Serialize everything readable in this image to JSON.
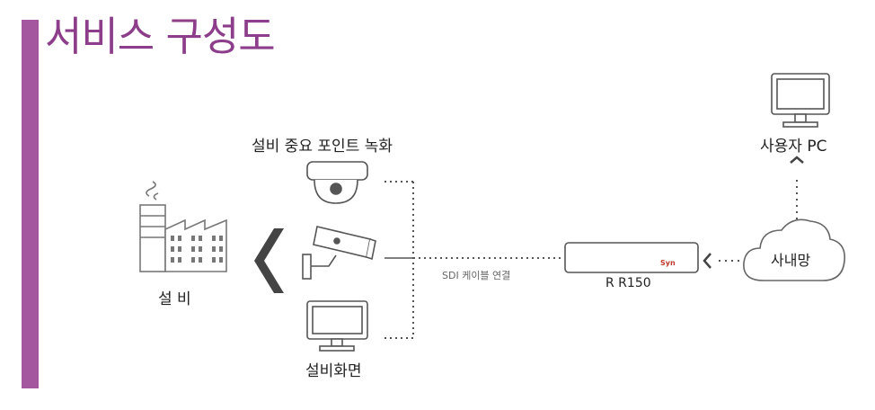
{
  "title": "서비스 구성도",
  "labels": {
    "facility": "설   비",
    "key_point_recording": "설비 중요 포인트 녹화",
    "facility_screen": "설비화면",
    "cable": "SDI 케이블 연결",
    "device_model": "R R150",
    "device_logo": "Syn",
    "intranet": "사내망",
    "user_pc": "사용자 PC"
  },
  "colors": {
    "accent": "#a4569e",
    "title": "#8d3e8a",
    "line": "#555555",
    "logo": "#c0392b"
  },
  "icons": [
    "factory-icon",
    "dome-camera-icon",
    "cctv-camera-icon",
    "monitor-icon",
    "recorder-device-icon",
    "cloud-icon",
    "desktop-pc-icon",
    "chevron-left-icon",
    "chevron-up-icon"
  ]
}
